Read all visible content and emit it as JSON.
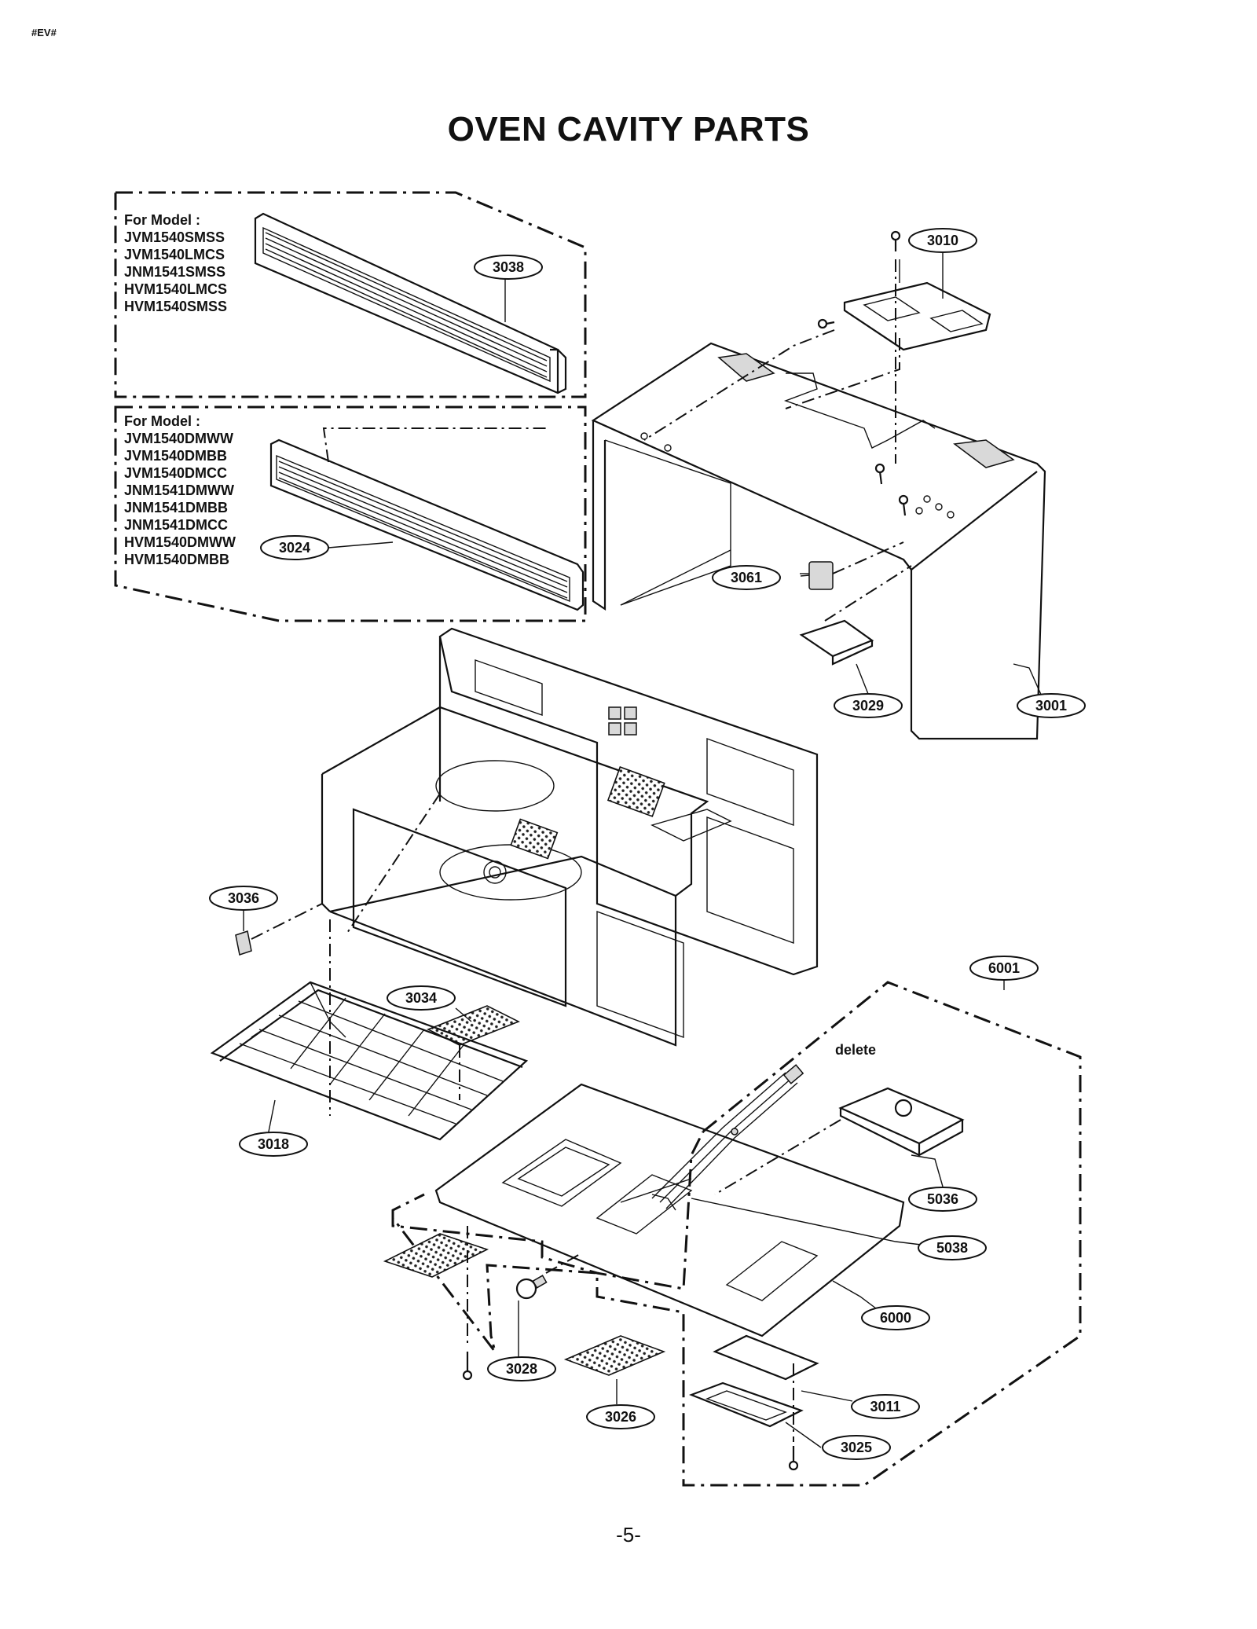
{
  "header_tag": "#EV#",
  "title": "OVEN CAVITY PARTS",
  "page_number": "-5-",
  "model_groups": [
    {
      "heading": "For Model :",
      "models": [
        "JVM1540SMSS",
        "JVM1540LMCS",
        "JNM1541SMSS",
        "HVM1540LMCS",
        "HVM1540SMSS"
      ]
    },
    {
      "heading": "For Model :",
      "models": [
        "JVM1540DMWW",
        "JVM1540DMBB",
        "JVM1540DMCC",
        "JNM1541DMWW",
        "JNM1541DMBB",
        "JNM1541DMCC",
        "HVM1540DMWW",
        "HVM1540DMBB"
      ]
    }
  ],
  "annotations": {
    "delete_note": "delete"
  },
  "callouts": [
    "3038",
    "3010",
    "3024",
    "3061",
    "3029",
    "3001",
    "3036",
    "6001",
    "3034",
    "3018",
    "5036",
    "5038",
    "6000",
    "3028",
    "3026",
    "3011",
    "3025"
  ]
}
